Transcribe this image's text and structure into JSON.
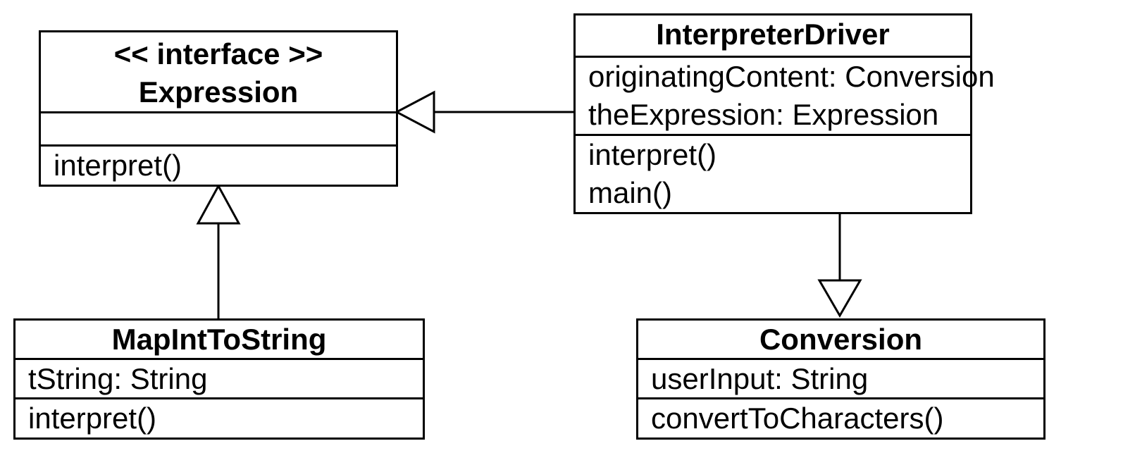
{
  "diagram": {
    "classes": {
      "expression": {
        "stereotype": "<< interface >>",
        "name": "Expression",
        "attributes": [],
        "methods": [
          "interpret()"
        ]
      },
      "interpreter_driver": {
        "name": "InterpreterDriver",
        "attributes": [
          "originatingContent: Conversion",
          "theExpression: Expression"
        ],
        "methods": [
          "interpret()",
          "main()"
        ]
      },
      "map_int_to_string": {
        "name": "MapIntToString",
        "attributes": [
          "tString: String"
        ],
        "methods": [
          "interpret()"
        ]
      },
      "conversion": {
        "name": "Conversion",
        "attributes": [
          "userInput: String"
        ],
        "methods": [
          "convertToCharacters()"
        ]
      }
    },
    "relationships": [
      {
        "type": "generalization",
        "from": "InterpreterDriver",
        "to": "Expression"
      },
      {
        "type": "generalization",
        "from": "MapIntToString",
        "to": "Expression"
      },
      {
        "type": "generalization",
        "from": "InterpreterDriver",
        "to": "Conversion"
      }
    ]
  }
}
